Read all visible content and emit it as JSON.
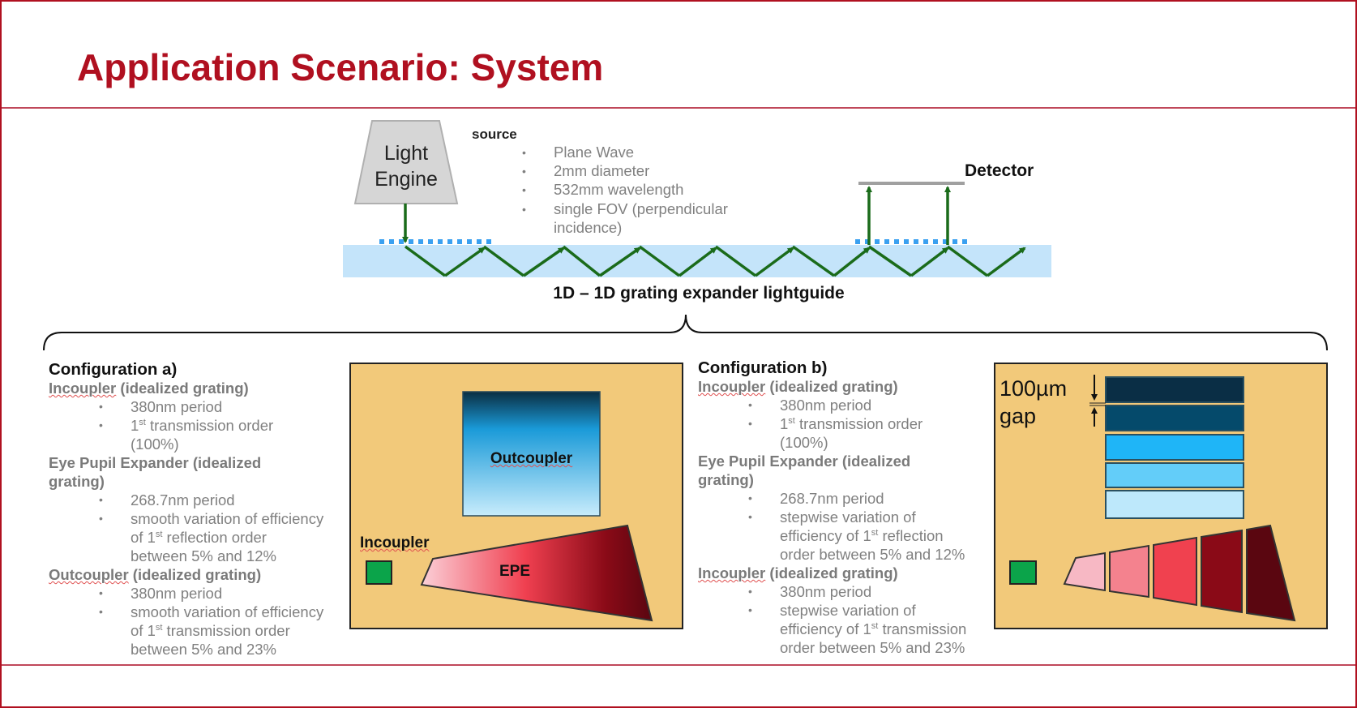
{
  "title": "Application Scenario: System",
  "top": {
    "light_engine": [
      "Light",
      "Engine"
    ],
    "source_label": "source",
    "source_items": [
      "Plane Wave",
      "2mm diameter",
      "532mm wavelength",
      "single FOV (perpendicular",
      "incidence)"
    ],
    "detector": "Detector",
    "caption": "1D – 1D grating expander lightguide"
  },
  "config_a": {
    "heading": "Configuration a)",
    "incoupler": {
      "name": "Incoupler",
      "suffix": " (idealized grating)",
      "period": "380nm period",
      "order_pre": "1",
      "order_sup": "st",
      "order_post": " transmission order",
      "order_pct": "(100%)"
    },
    "epe": {
      "line1": "Eye Pupil Expander (idealized",
      "line2": "grating)",
      "period": "268.7nm period",
      "l1": "smooth variation of efficiency",
      "l2_pre": "of 1",
      "l2_sup": "st",
      "l2_post": " reflection order",
      "l3": "between 5% and 12%"
    },
    "outcoupler": {
      "name": "Outcoupler",
      "suffix": " (idealized grating)",
      "period": "380nm period",
      "l1": "smooth variation of efficiency",
      "l2_pre": "of 1",
      "l2_sup": "st",
      "l2_post": " transmission order",
      "l3": "between 5% and 23%"
    },
    "panel": {
      "outcoupler": "Outcoupler",
      "incoupler": "Incoupler",
      "epe": "EPE"
    }
  },
  "config_b": {
    "heading": "Configuration b)",
    "incoupler": {
      "name": "Incoupler",
      "suffix": " (idealized grating)",
      "period": "380nm period",
      "order_pre": "1",
      "order_sup": "st",
      "order_post": " transmission order",
      "order_pct": "(100%)"
    },
    "epe": {
      "line1": "Eye Pupil Expander (idealized",
      "line2": "grating)",
      "period": "268.7nm period",
      "l1": "stepwise variation of",
      "l2_pre": "efficiency of 1",
      "l2_sup": "st",
      "l2_post": " reflection",
      "l3": "order between 5% and 12%"
    },
    "outcoupler": {
      "name": "Incoupler",
      "suffix": " (idealized grating)",
      "period": "380nm period",
      "l1": "stepwise variation of",
      "l2_pre": "efficiency of 1",
      "l2_sup": "st",
      "l2_post": " transmission",
      "l3": "order between 5% and 23%"
    },
    "panel": {
      "gap_value": "100µm",
      "gap_label": "gap"
    }
  },
  "colors": {
    "accent": "#b01020",
    "panel": "#f2c97a",
    "ray": "#1a6b1a",
    "lightguide": "#c4e4fa",
    "grating": "#3aa0f0"
  }
}
